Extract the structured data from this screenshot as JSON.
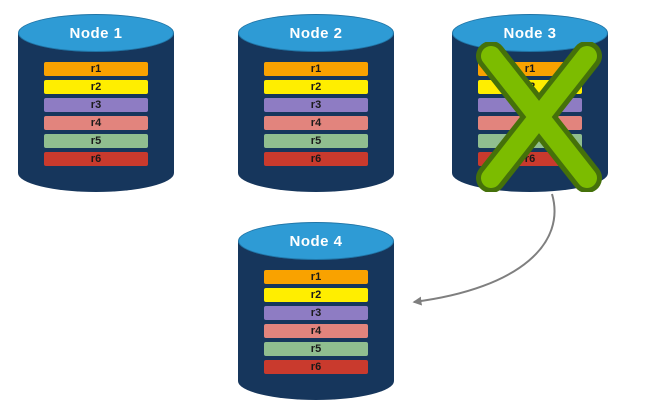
{
  "diagram": {
    "rows": [
      {
        "label": "r1",
        "color": "#f9a200"
      },
      {
        "label": "r2",
        "color": "#ffee00"
      },
      {
        "label": "r3",
        "color": "#8e7cc3"
      },
      {
        "label": "r4",
        "color": "#e2847d"
      },
      {
        "label": "r5",
        "color": "#90be8f"
      },
      {
        "label": "r6",
        "color": "#c93a2d"
      }
    ],
    "nodes": [
      {
        "id": "node-1",
        "label": "Node 1",
        "failed": false
      },
      {
        "id": "node-2",
        "label": "Node 2",
        "failed": false
      },
      {
        "id": "node-3",
        "label": "Node 3",
        "failed": true
      },
      {
        "id": "node-4",
        "label": "Node 4",
        "failed": false
      }
    ],
    "colors": {
      "cylinder_body": "#16365c",
      "cylinder_top": "#2e9bd5",
      "fail_x_fill": "#7cbc00",
      "fail_x_outline": "#45710a",
      "arrow": "#7f7f7f"
    }
  }
}
